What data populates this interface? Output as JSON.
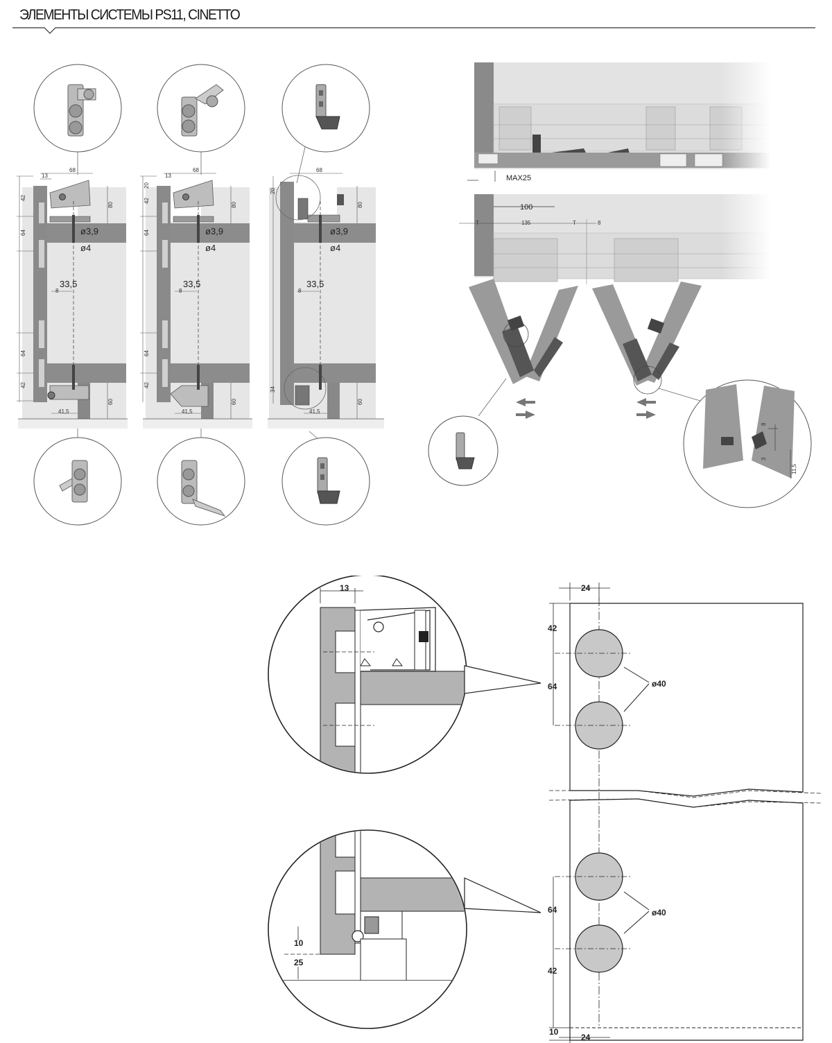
{
  "header": {
    "title": "ЭЛЕМЕНТЫ СИСТЕМЫ PS11, CINETTO"
  },
  "diagram_a": {
    "dims": {
      "d13": "13",
      "d68": "68",
      "d20": "20",
      "d42": "42",
      "d64": "64",
      "d80": "80",
      "d3_9": "ø3,9",
      "d4": "ø4",
      "d33_5": "33,5",
      "d8": "8",
      "d60": "60",
      "d41_5": "41,5",
      "d34": "34"
    }
  },
  "diagram_b": {
    "max_label": "MAX25",
    "d100": "100",
    "d135": "135",
    "dT": "T",
    "d8": "8",
    "d11_5": "11,5",
    "d3": "3"
  },
  "diagram_c": {
    "d13": "13",
    "d10": "10",
    "d25": "25"
  },
  "diagram_d": {
    "d24": "24",
    "d42": "42",
    "d64": "64",
    "d40": "ø40",
    "d10": "10"
  }
}
